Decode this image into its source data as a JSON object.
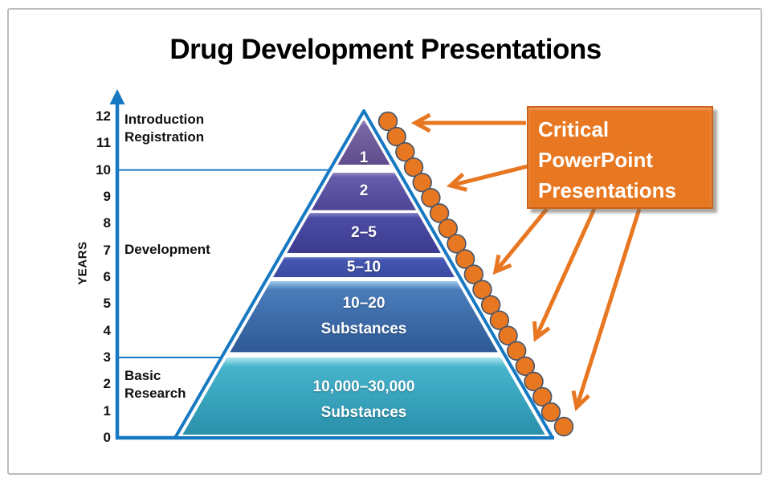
{
  "title": "Drug Development Presentations",
  "axis": {
    "label": "YEARS",
    "ticks": [
      "0",
      "1",
      "2",
      "3",
      "4",
      "5",
      "6",
      "7",
      "8",
      "9",
      "10",
      "11",
      "12"
    ],
    "color": "#1779C2"
  },
  "stages": [
    {
      "lines": [
        "Introduction",
        "Registration"
      ]
    },
    {
      "lines": [
        "Development"
      ]
    },
    {
      "lines": [
        "Basic",
        "Research"
      ]
    }
  ],
  "callout": {
    "lines": [
      "Critical",
      "PowerPoint",
      "Presentations"
    ],
    "fill": "#E87722",
    "border": "#C9641A",
    "text_color": "#FFFFFF"
  },
  "chart_data": {
    "type": "pyramid",
    "title": "Drug Development Presentations",
    "ylabel": "YEARS",
    "ylim": [
      0,
      12
    ],
    "grid": "partial",
    "gridline_years": [
      3,
      10
    ],
    "border_color": "#1779C2",
    "stage_bands": [
      {
        "label": "Introduction Registration",
        "year_from": 10,
        "year_to": 12
      },
      {
        "label": "Development",
        "year_from": 3,
        "year_to": 10
      },
      {
        "label": "Basic Research",
        "year_from": 0,
        "year_to": 3
      }
    ],
    "segments": [
      {
        "lines": [
          "1"
        ],
        "year_from": 10.2,
        "year_to": 11.85,
        "colors": [
          "#a393c6",
          "#7a67a5",
          "#5e4c8c"
        ],
        "label_dy": 19
      },
      {
        "lines": [
          "2"
        ],
        "year_from": 8.5,
        "year_to": 9.9,
        "colors": [
          "#978cc6",
          "#655cab",
          "#4d4595"
        ],
        "label_dy": 0
      },
      {
        "lines": [
          "2–5"
        ],
        "year_from": 6.9,
        "year_to": 8.4,
        "colors": [
          "#8b8bcb",
          "#4b4ba5",
          "#3c3c90"
        ],
        "label_dy": 0
      },
      {
        "lines": [
          "5–10"
        ],
        "year_from": 6.0,
        "year_to": 6.75,
        "colors": [
          "#8495d4",
          "#4557b2",
          "#3a4aa0"
        ],
        "label_dy": 0
      },
      {
        "lines": [
          "10–20",
          "Substances"
        ],
        "year_from": 3.2,
        "year_to": 5.85,
        "colors": [
          "#9dc9ec",
          "#4a7cba",
          "#2e5a96"
        ],
        "label_dy": 0
      },
      {
        "lines": [
          "10,000–30,000",
          "Substances"
        ],
        "year_from": 0.12,
        "year_to": 3.0,
        "colors": [
          "#aee7ee",
          "#46b4cc",
          "#2a90ab"
        ],
        "label_dy": 5
      }
    ],
    "markers": {
      "count": 21,
      "color": "#E87722",
      "outline": "#44546A",
      "meaning": "Critical PowerPoint Presentations"
    }
  }
}
